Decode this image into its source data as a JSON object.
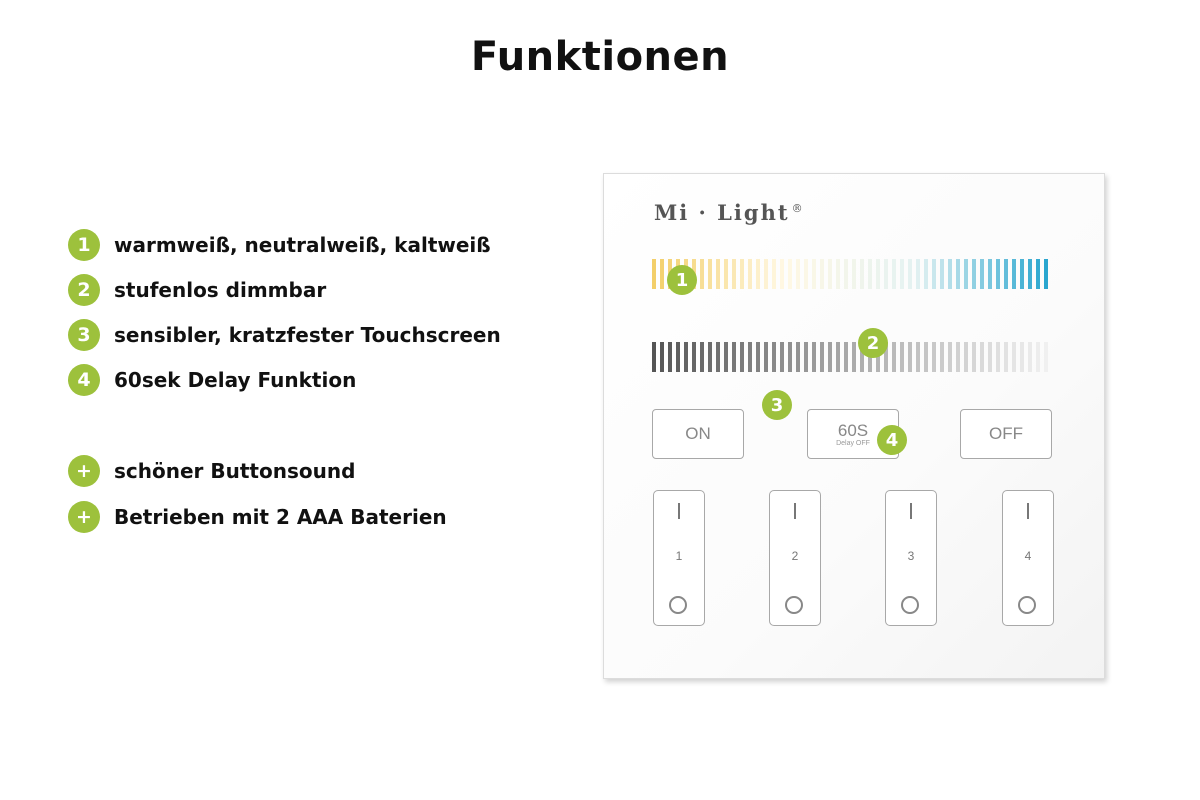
{
  "title": "Funktionen",
  "features": [
    {
      "badge": "1",
      "label": "warmweiß, neutralweiß, kaltweiß"
    },
    {
      "badge": "2",
      "label": "stufenlos dimmbar"
    },
    {
      "badge": "3",
      "label": "sensibler, kratzfester Touchscreen"
    },
    {
      "badge": "4",
      "label": "60sek Delay Funktion"
    },
    {
      "badge": "+",
      "label": "schöner Buttonsound"
    },
    {
      "badge": "+",
      "label": "Betrieben mit 2 AAA Baterien"
    }
  ],
  "panel": {
    "brand": "Mi · Light",
    "brand_mark": "®",
    "callouts": [
      "1",
      "2",
      "3",
      "4"
    ],
    "buttons": {
      "on": "ON",
      "delay": "60S",
      "delay_sub": "Delay OFF",
      "off": "OFF"
    },
    "zones": [
      "1",
      "2",
      "3",
      "4"
    ]
  },
  "colors": {
    "accent_green": "#9dc13c",
    "warm_white": "#f3cf6a",
    "cool_white": "#2aa6cf",
    "dim_dark": "#555555",
    "dim_light": "#f0f0f0"
  }
}
